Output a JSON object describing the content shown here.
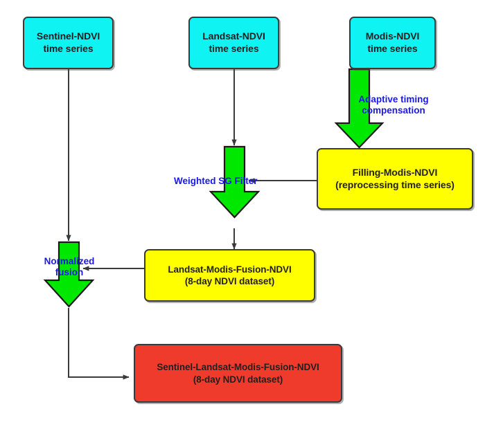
{
  "diagram": {
    "title": "NDVI multi-sensor fusion workflow",
    "colors": {
      "source_box": "#0FF3F3",
      "intermediate_box": "#FFFF00",
      "output_box": "#EF3B2C",
      "process_arrow": "#00E800",
      "label_text": "#1B16EE",
      "box_border": "#3A3A3A",
      "connector": "#3A3A3A"
    },
    "nodes": [
      {
        "id": "sentinel-ndvi",
        "type": "source",
        "color": "#0FF3F3",
        "line1": "Sentinel-NDVI",
        "line2": "time series"
      },
      {
        "id": "landsat-ndvi",
        "type": "source",
        "color": "#0FF3F3",
        "line1": "Landsat-NDVI",
        "line2": "time series"
      },
      {
        "id": "modis-ndvi",
        "type": "source",
        "color": "#0FF3F3",
        "line1": "Modis-NDVI",
        "line2": "time series"
      },
      {
        "id": "filling-modis-ndvi",
        "type": "intermediate",
        "color": "#FFFF00",
        "line1": "Filling-Modis-NDVI",
        "line2": "(reprocessing time series)"
      },
      {
        "id": "landsat-modis-fusion-ndvi",
        "type": "intermediate",
        "color": "#FFFF00",
        "line1": "Landsat-Modis-Fusion-NDVI",
        "line2": "(8-day NDVI dataset)"
      },
      {
        "id": "sentinel-landsat-modis-fusion-ndvi",
        "type": "output",
        "color": "#EF3B2C",
        "line1": "Sentinel-Landsat-Modis-Fusion-NDVI",
        "line2": "(8-day NDVI dataset)"
      }
    ],
    "process_labels": [
      {
        "id": "adaptive-timing-compensation",
        "line1": "Adaptive timing",
        "line2": "compensation"
      },
      {
        "id": "weighted-sg-filter",
        "line1": "Weighted SG Filter",
        "line2": ""
      },
      {
        "id": "normalized-fusion",
        "line1": "Normalized",
        "line2": "fusion"
      }
    ]
  }
}
